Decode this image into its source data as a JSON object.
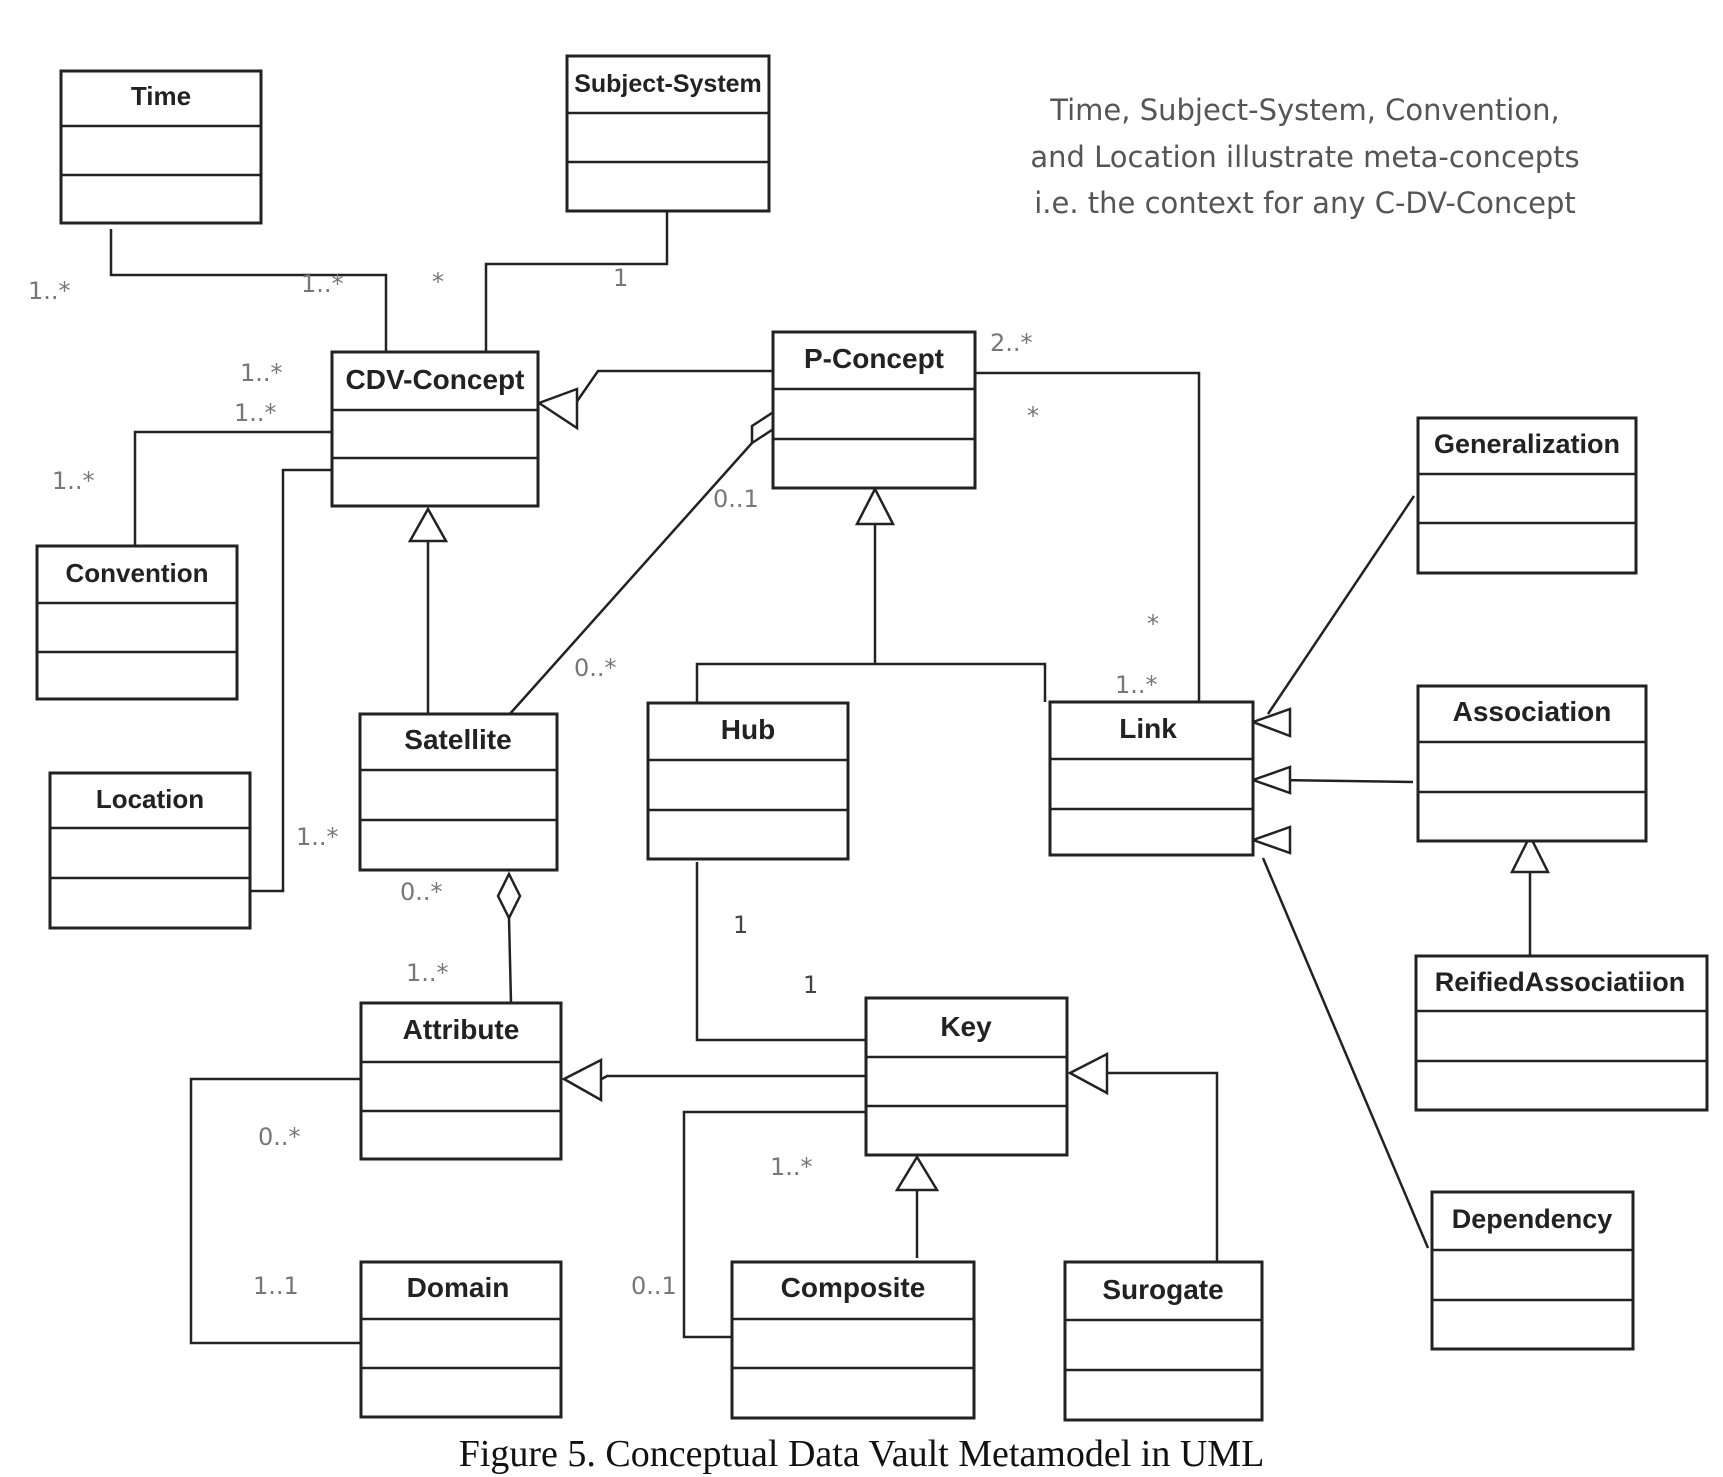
{
  "colors": {
    "line": "#222222",
    "multiplicity": "#777777",
    "note": "#555555"
  },
  "classes": {
    "time": "Time",
    "subject_system": "Subject-System",
    "cdv_concept": "CDV-Concept",
    "p_concept": "P-Concept",
    "convention": "Convention",
    "location": "Location",
    "satellite": "Satellite",
    "hub": "Hub",
    "link": "Link",
    "generalization": "Generalization",
    "association": "Association",
    "reified_association": "ReifiedAssociatiion",
    "dependency": "Dependency",
    "attribute": "Attribute",
    "key": "Key",
    "domain": "Domain",
    "composite": "Composite",
    "surogate": "Surogate"
  },
  "multiplicities": {
    "time_end": "1..*",
    "time_cdv": "1..*",
    "subject_cdv": "*",
    "subject_end": "1",
    "cdv_convention": "1..*",
    "cdv_location": "1..*",
    "convention_end": "1..*",
    "p_link_top": "2..*",
    "p_link_star": "*",
    "p_sat": "0..1",
    "sat_p": "0..*",
    "link_star": "*",
    "link_end": "1..*",
    "location_end": "1..*",
    "sat_attr": "0..*",
    "attr_sat": "1..*",
    "hub_end": "1",
    "key_hub": "1",
    "attr_domain": "0..*",
    "key_composite": "1..*",
    "domain_end": "1..1",
    "composite_key": "0..1"
  },
  "note_lines": [
    "Time, Subject-System, Convention,",
    "and Location illustrate meta-concepts",
    "i.e. the context for any C-DV-Concept"
  ],
  "caption": "Figure 5. Conceptual Data Vault Metamodel in UML"
}
